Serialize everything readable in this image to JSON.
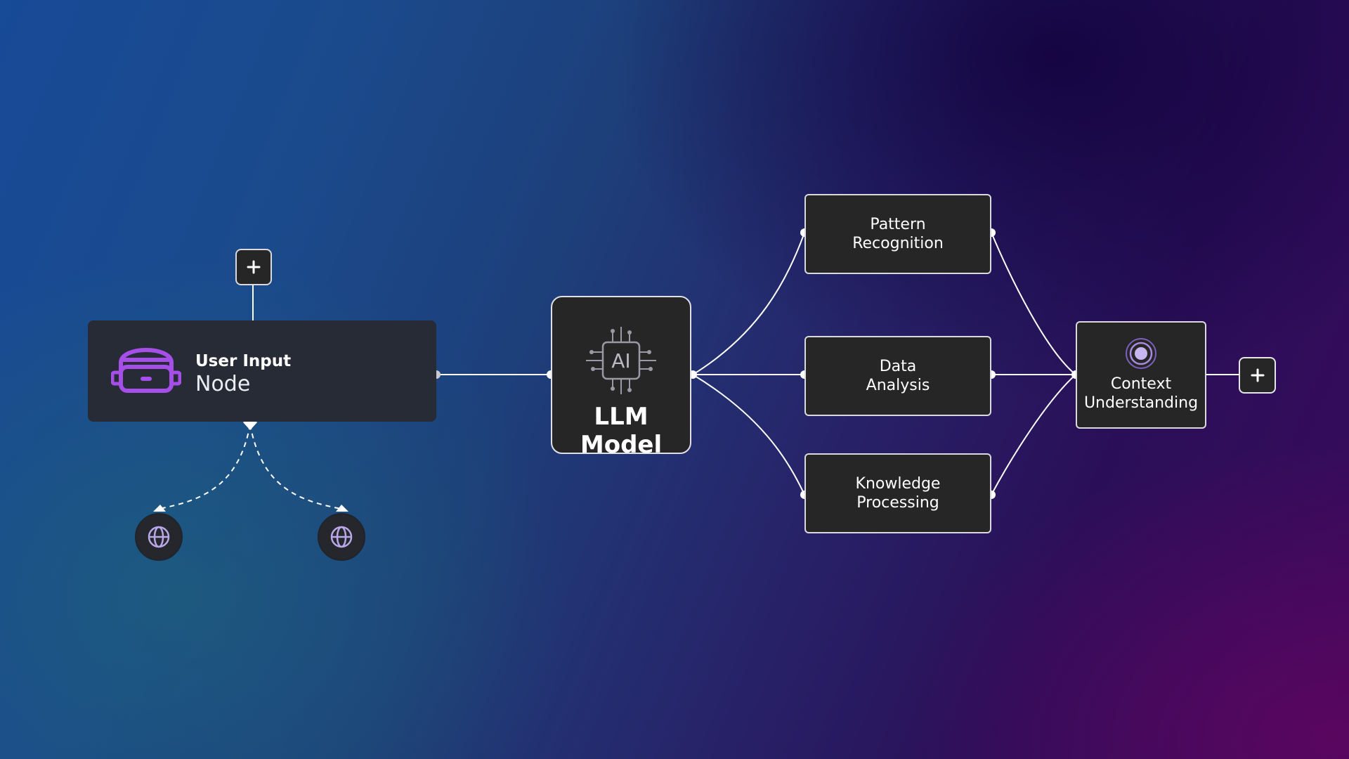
{
  "user_input_node": {
    "title": "User Input",
    "subtitle": "Node",
    "icon": "headset-icon"
  },
  "llm_model": {
    "chip_label": "AI",
    "label": "LLM Model"
  },
  "branches": {
    "pattern": {
      "line1": "Pattern",
      "line2": "Recognition"
    },
    "data": {
      "line1": "Data",
      "line2": "Analysis"
    },
    "knowledge": {
      "line1": "Knowledge",
      "line2": "Processing"
    }
  },
  "context": {
    "line1": "Context",
    "line2": "Understanding",
    "icon": "target-icon"
  },
  "buttons": {
    "add_top": "+",
    "add_right": "+"
  },
  "colors": {
    "accent_purple": "#a64ee8",
    "node_bg": "#262626",
    "edge": "#ffffff"
  }
}
